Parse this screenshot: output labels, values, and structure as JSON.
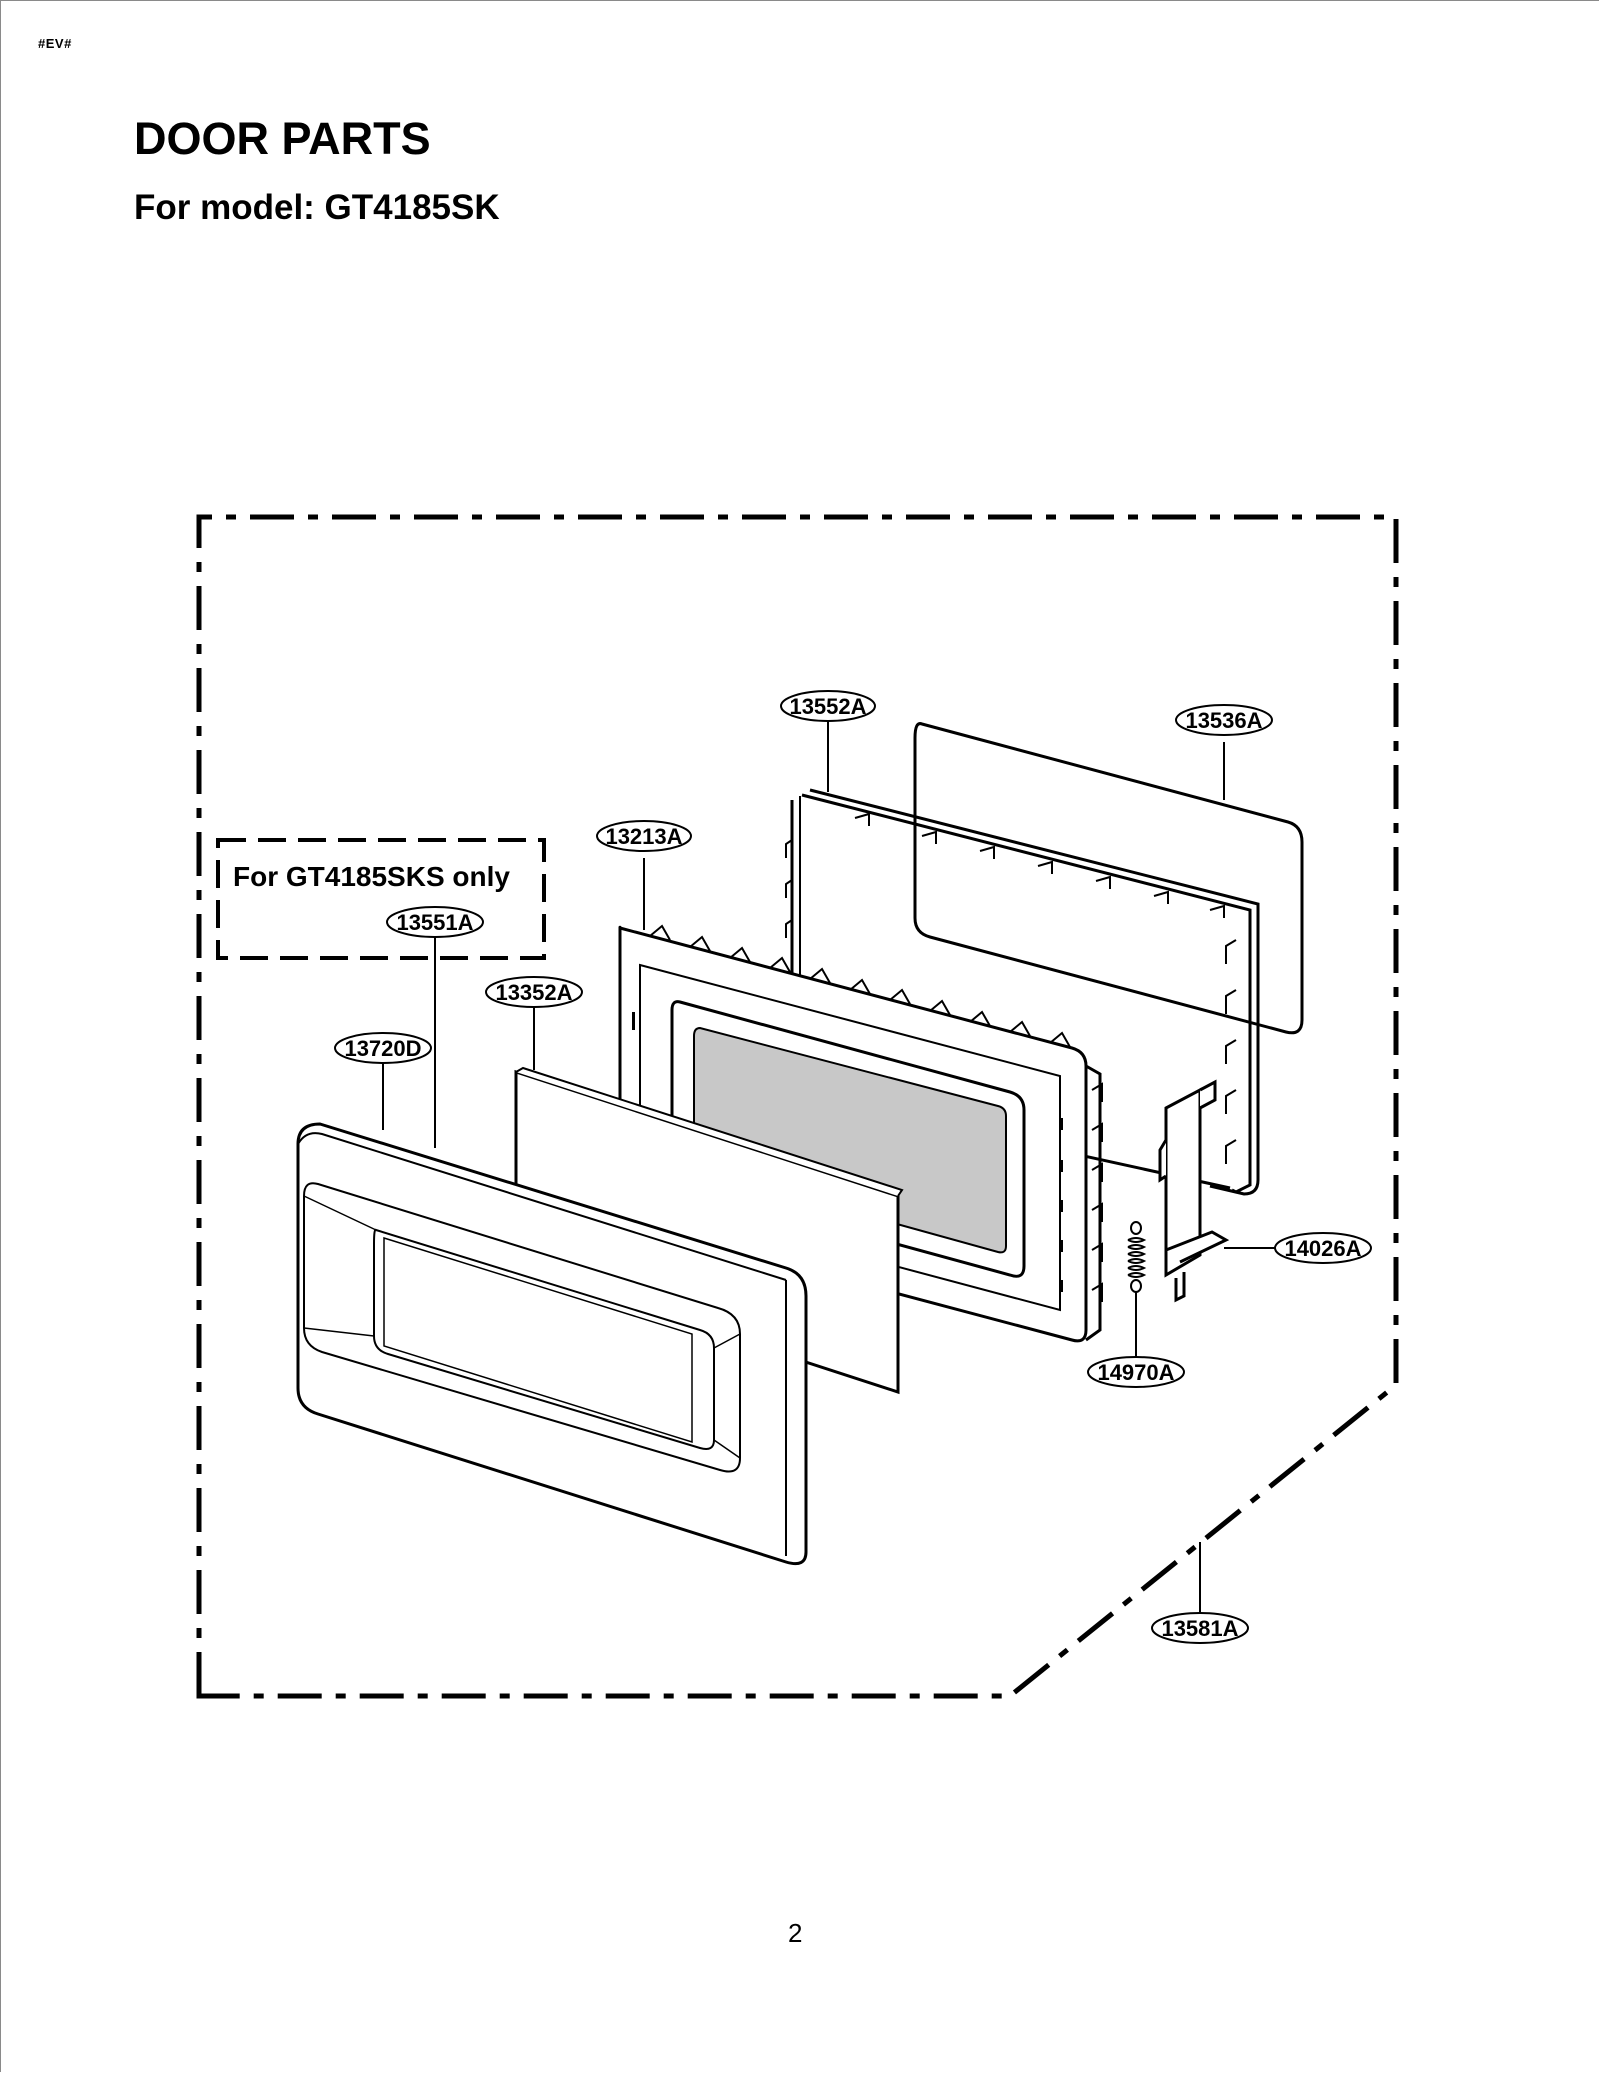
{
  "header": {
    "code": "#EV#",
    "title": "DOOR PARTS",
    "subtitle": "For model: GT4185SK"
  },
  "note": {
    "label": "For GT4185SKS only"
  },
  "callouts": {
    "door_frame": "13552A",
    "door_sheet": "13536A",
    "door_assembly": "13213A",
    "sks_only_part": "13551A",
    "screen": "13352A",
    "door_panel": "13720D",
    "latch": "14026A",
    "spring": "14970A",
    "door_complete": "13581A"
  },
  "footer": {
    "page_number": "2"
  }
}
